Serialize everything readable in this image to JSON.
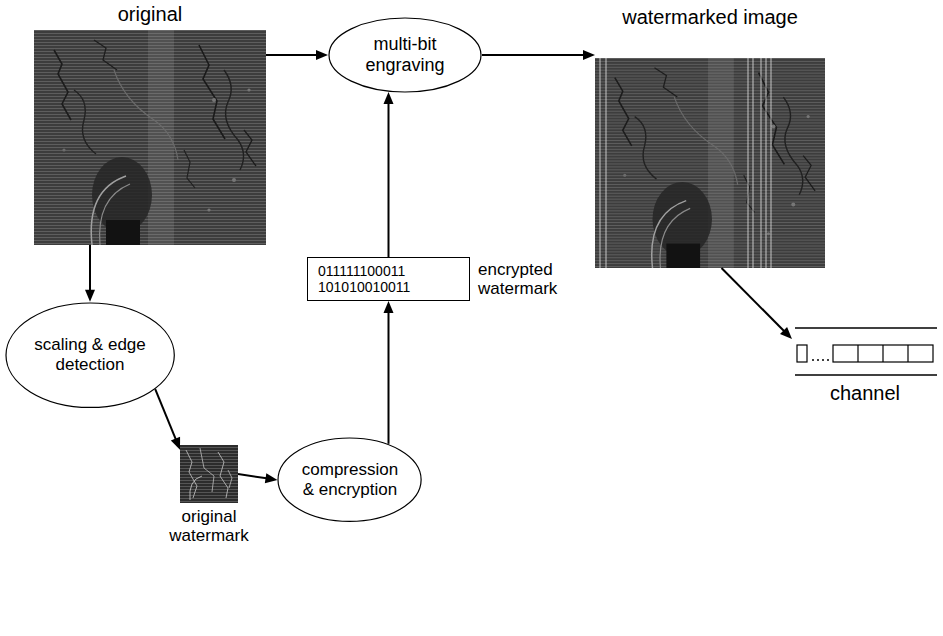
{
  "diagram": {
    "nodes": [
      {
        "text": [
          "original"
        ]
      },
      {
        "text": [
          "multi-bit engraving"
        ]
      },
      {
        "text": [
          "watermarked image"
        ]
      },
      {
        "text": [
          "scaling & edge detection"
        ]
      },
      {
        "text": [
          "original watermark"
        ]
      },
      {
        "text": [
          "compression & encryption"
        ]
      },
      {
        "text": [
          "011111100011 101010010011",
          "encrypted watermark"
        ]
      },
      {
        "text": [
          "channel"
        ]
      }
    ],
    "edges": [
      {
        "from": 0,
        "to": 1,
        "arrow": "to"
      },
      {
        "from": 1,
        "to": 2,
        "arrow": "to"
      },
      {
        "from": 0,
        "to": 3,
        "arrow": "to"
      },
      {
        "from": 3,
        "to": 4,
        "arrow": "to"
      },
      {
        "from": 4,
        "to": 5,
        "arrow": "to"
      },
      {
        "from": 5,
        "to": 6,
        "arrow": "to"
      },
      {
        "from": 6,
        "to": 1,
        "arrow": "to"
      },
      {
        "from": 2,
        "to": 7,
        "arrow": "to"
      }
    ]
  }
}
